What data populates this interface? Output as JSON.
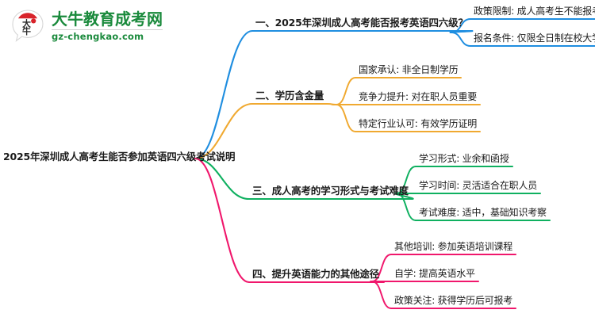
{
  "logo": {
    "mark_name": "daniu-speech-bubble-logo",
    "title": "大牛教育成考网",
    "domain": "gz-chengkao.com",
    "brand_color": "#1a8a3c",
    "mark_accent_color": "#d8232a"
  },
  "mindmap": {
    "root": {
      "label": "2025年深圳成人高考生能否参加英语四六级考试说明"
    },
    "branches": [
      {
        "label": "一、2025年深圳成人高考能否报考英语四六级？",
        "color": "#1f8ee0",
        "leaves": [
          {
            "label": "政策限制: 成人高考生不能报考"
          },
          {
            "label": "报名条件: 仅限全日制在校大学生"
          }
        ]
      },
      {
        "label": "二、学历含金量",
        "color": "#f0a930",
        "leaves": [
          {
            "label": "国家承认: 非全日制学历"
          },
          {
            "label": "竞争力提升: 对在职人员重要"
          },
          {
            "label": "特定行业认可: 有效学历证明"
          }
        ]
      },
      {
        "label": "三、成人高考的学习形式与考试难度",
        "color": "#0fb060",
        "leaves": [
          {
            "label": "学习形式: 业余和函授"
          },
          {
            "label": "学习时间: 灵活适合在职人员"
          },
          {
            "label": "考试难度: 适中，基础知识考察"
          }
        ]
      },
      {
        "label": "四、提升英语能力的其他途径",
        "color": "#f0176c",
        "leaves": [
          {
            "label": "其他培训: 参加英语培训课程"
          },
          {
            "label": "自学: 提高英语水平"
          },
          {
            "label": "政策关注: 获得学历后可报考"
          }
        ]
      }
    ]
  }
}
